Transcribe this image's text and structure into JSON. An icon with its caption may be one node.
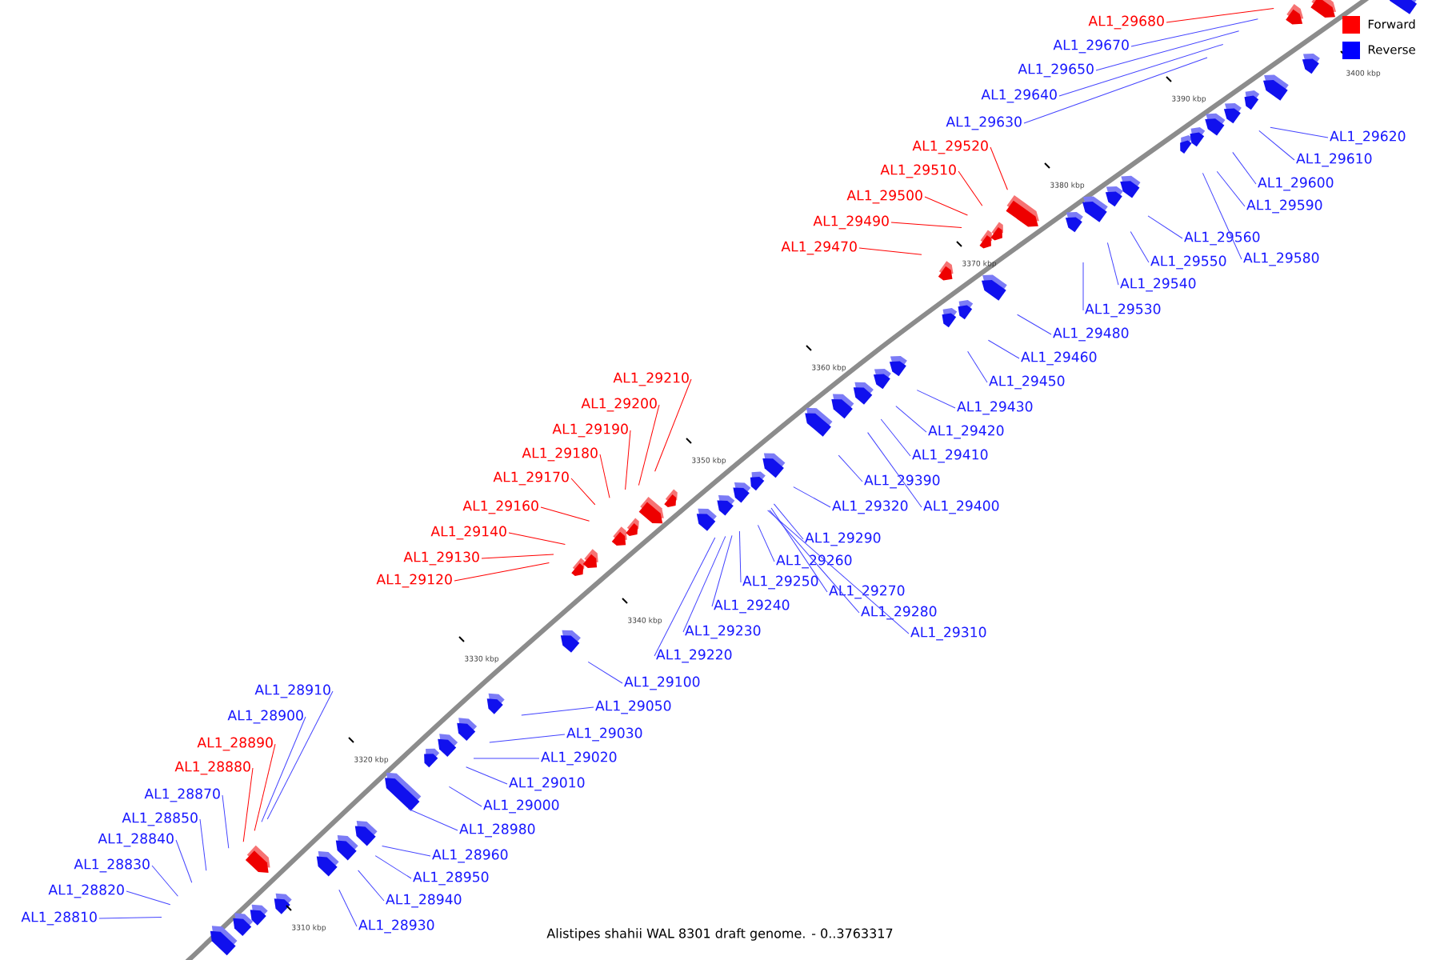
{
  "diagram": {
    "caption": "Alistipes shahii WAL 8301 draft genome. - 0..3763317",
    "nodes": [
      {
        "text": [
          "AL1_29680"
        ]
      },
      {
        "text": [
          "AL1_29670"
        ]
      },
      {
        "text": [
          "AL1_29650"
        ]
      },
      {
        "text": [
          "AL1_29640"
        ]
      },
      {
        "text": [
          "AL1_29630"
        ]
      },
      {
        "text": [
          "AL1_29620"
        ]
      },
      {
        "text": [
          "AL1_29610"
        ]
      },
      {
        "text": [
          "AL1_29600"
        ]
      },
      {
        "text": [
          "AL1_29590"
        ]
      },
      {
        "text": [
          "AL1_29520"
        ]
      },
      {
        "text": [
          "AL1_29510"
        ]
      },
      {
        "text": [
          "AL1_29500"
        ]
      },
      {
        "text": [
          "AL1_29490"
        ]
      },
      {
        "text": [
          "AL1_29470"
        ]
      },
      {
        "text": [
          "AL1_29580"
        ]
      },
      {
        "text": [
          "AL1_29560"
        ]
      },
      {
        "text": [
          "AL1_29550"
        ]
      },
      {
        "text": [
          "AL1_29540"
        ]
      },
      {
        "text": [
          "AL1_29530"
        ]
      },
      {
        "text": [
          "AL1_29480"
        ]
      },
      {
        "text": [
          "AL1_29460"
        ]
      },
      {
        "text": [
          "AL1_29450"
        ]
      },
      {
        "text": [
          "AL1_29430"
        ]
      },
      {
        "text": [
          "AL1_29420"
        ]
      },
      {
        "text": [
          "AL1_29410"
        ]
      },
      {
        "text": [
          "AL1_29390"
        ]
      },
      {
        "text": [
          "AL1_29400"
        ]
      },
      {
        "text": [
          "AL1_29320"
        ]
      },
      {
        "text": [
          "AL1_29210"
        ]
      },
      {
        "text": [
          "AL1_29200"
        ]
      },
      {
        "text": [
          "AL1_29190"
        ]
      },
      {
        "text": [
          "AL1_29180"
        ]
      },
      {
        "text": [
          "AL1_29170"
        ]
      },
      {
        "text": [
          "AL1_29160"
        ]
      },
      {
        "text": [
          "AL1_29140"
        ]
      },
      {
        "text": [
          "AL1_29130"
        ]
      },
      {
        "text": [
          "AL1_29120"
        ]
      },
      {
        "text": [
          "AL1_29290"
        ]
      },
      {
        "text": [
          "AL1_29260"
        ]
      },
      {
        "text": [
          "AL1_29250"
        ]
      },
      {
        "text": [
          "AL1_29240"
        ]
      },
      {
        "text": [
          "AL1_29230"
        ]
      },
      {
        "text": [
          "AL1_29220"
        ]
      },
      {
        "text": [
          "AL1_29270"
        ]
      },
      {
        "text": [
          "AL1_29280"
        ]
      },
      {
        "text": [
          "AL1_29310"
        ]
      },
      {
        "text": [
          "AL1_29100"
        ]
      },
      {
        "text": [
          "AL1_29050"
        ]
      },
      {
        "text": [
          "AL1_29030"
        ]
      },
      {
        "text": [
          "AL1_29020"
        ]
      },
      {
        "text": [
          "AL1_29010"
        ]
      },
      {
        "text": [
          "AL1_29000"
        ]
      },
      {
        "text": [
          "AL1_28980"
        ]
      },
      {
        "text": [
          "AL1_28960"
        ]
      },
      {
        "text": [
          "AL1_28950"
        ]
      },
      {
        "text": [
          "AL1_28940"
        ]
      },
      {
        "text": [
          "AL1_28930"
        ]
      },
      {
        "text": [
          "AL1_28910"
        ]
      },
      {
        "text": [
          "AL1_28900"
        ]
      },
      {
        "text": [
          "AL1_28890"
        ]
      },
      {
        "text": [
          "AL1_28880"
        ]
      },
      {
        "text": [
          "AL1_28870"
        ]
      },
      {
        "text": [
          "AL1_28850"
        ]
      },
      {
        "text": [
          "AL1_28840"
        ]
      },
      {
        "text": [
          "AL1_28830"
        ]
      },
      {
        "text": [
          "AL1_28820"
        ]
      },
      {
        "text": [
          "AL1_28810"
        ]
      }
    ],
    "edges": [
      {
        "from": 0,
        "to": null,
        "arrow": "none",
        "color": "#ff0000"
      },
      {
        "from": 1,
        "to": null,
        "arrow": "none"
      },
      {
        "from": 2,
        "to": null,
        "arrow": "none"
      },
      {
        "from": 3,
        "to": null,
        "arrow": "none"
      },
      {
        "from": 4,
        "to": null,
        "arrow": "none"
      },
      {
        "from": 5,
        "to": null,
        "arrow": "none"
      },
      {
        "from": 6,
        "to": null,
        "arrow": "none"
      },
      {
        "from": 7,
        "to": null,
        "arrow": "none"
      },
      {
        "from": 8,
        "to": null,
        "arrow": "none"
      },
      {
        "from": 9,
        "to": null,
        "arrow": "none",
        "color": "#ff0000"
      },
      {
        "from": 10,
        "to": null,
        "arrow": "none",
        "color": "#ff0000"
      },
      {
        "from": 11,
        "to": null,
        "arrow": "none",
        "color": "#ff0000"
      },
      {
        "from": 12,
        "to": null,
        "arrow": "none",
        "color": "#ff0000"
      },
      {
        "from": 13,
        "to": null,
        "arrow": "none",
        "color": "#ff0000"
      },
      {
        "from": 14,
        "to": null,
        "arrow": "none"
      },
      {
        "from": 15,
        "to": null,
        "arrow": "none"
      },
      {
        "from": 16,
        "to": null,
        "arrow": "none"
      },
      {
        "from": 17,
        "to": null,
        "arrow": "none"
      },
      {
        "from": 18,
        "to": null,
        "arrow": "none"
      },
      {
        "from": 19,
        "to": null,
        "arrow": "none"
      },
      {
        "from": 20,
        "to": null,
        "arrow": "none"
      },
      {
        "from": 21,
        "to": null,
        "arrow": "none"
      },
      {
        "from": 22,
        "to": null,
        "arrow": "none"
      },
      {
        "from": 23,
        "to": null,
        "arrow": "none"
      },
      {
        "from": 24,
        "to": null,
        "arrow": "none"
      },
      {
        "from": 25,
        "to": null,
        "arrow": "none"
      },
      {
        "from": 26,
        "to": null,
        "arrow": "none"
      },
      {
        "from": 27,
        "to": null,
        "arrow": "none"
      },
      {
        "from": 28,
        "to": null,
        "arrow": "none",
        "color": "#ff0000"
      },
      {
        "from": 29,
        "to": null,
        "arrow": "none",
        "color": "#ff0000"
      },
      {
        "from": 30,
        "to": null,
        "arrow": "none",
        "color": "#ff0000"
      },
      {
        "from": 31,
        "to": null,
        "arrow": "none",
        "color": "#ff0000"
      },
      {
        "from": 32,
        "to": null,
        "arrow": "none",
        "color": "#ff0000"
      },
      {
        "from": 33,
        "to": null,
        "arrow": "none",
        "color": "#ff0000"
      },
      {
        "from": 34,
        "to": null,
        "arrow": "none",
        "color": "#ff0000"
      },
      {
        "from": 35,
        "to": null,
        "arrow": "none",
        "color": "#ff0000"
      },
      {
        "from": 36,
        "to": null,
        "arrow": "none",
        "color": "#ff0000"
      },
      {
        "from": 37,
        "to": null,
        "arrow": "none"
      },
      {
        "from": 38,
        "to": null,
        "arrow": "none"
      },
      {
        "from": 39,
        "to": null,
        "arrow": "none"
      },
      {
        "from": 40,
        "to": null,
        "arrow": "none"
      },
      {
        "from": 41,
        "to": null,
        "arrow": "none"
      },
      {
        "from": 42,
        "to": null,
        "arrow": "none"
      },
      {
        "from": 43,
        "to": null,
        "arrow": "none"
      },
      {
        "from": 44,
        "to": null,
        "arrow": "none"
      },
      {
        "from": 45,
        "to": null,
        "arrow": "none"
      },
      {
        "from": 46,
        "to": null,
        "arrow": "none"
      },
      {
        "from": 47,
        "to": null,
        "arrow": "none"
      },
      {
        "from": 48,
        "to": null,
        "arrow": "none"
      },
      {
        "from": 49,
        "to": null,
        "arrow": "none"
      },
      {
        "from": 50,
        "to": null,
        "arrow": "none"
      },
      {
        "from": 51,
        "to": null,
        "arrow": "none"
      },
      {
        "from": 52,
        "to": null,
        "arrow": "none"
      },
      {
        "from": 53,
        "to": null,
        "arrow": "none"
      },
      {
        "from": 54,
        "to": null,
        "arrow": "none"
      },
      {
        "from": 55,
        "to": null,
        "arrow": "none"
      },
      {
        "from": 56,
        "to": null,
        "arrow": "none"
      },
      {
        "from": 57,
        "to": null,
        "arrow": "none"
      },
      {
        "from": 58,
        "to": null,
        "arrow": "none"
      },
      {
        "from": 59,
        "to": null,
        "arrow": "none",
        "color": "#ff0000"
      },
      {
        "from": 60,
        "to": null,
        "arrow": "none",
        "color": "#ff0000"
      },
      {
        "from": 61,
        "to": null,
        "arrow": "none"
      },
      {
        "from": 62,
        "to": null,
        "arrow": "none"
      },
      {
        "from": 63,
        "to": null,
        "arrow": "none"
      },
      {
        "from": 64,
        "to": null,
        "arrow": "none"
      },
      {
        "from": 65,
        "to": null,
        "arrow": "none"
      },
      {
        "from": 66,
        "to": null,
        "arrow": "none"
      }
    ],
    "labels": [
      "3400 kbp",
      "3390 kbp",
      "3380 kbp",
      "3370 kbp",
      "3360 kbp",
      "3350 kbp",
      "3340 kbp",
      "3330 kbp",
      "3320 kbp",
      "3310 kbp"
    ],
    "legend": [
      {
        "text": "Forward",
        "color": "#ff0000"
      },
      {
        "text": "Reverse",
        "color": "#0000ff"
      }
    ]
  }
}
